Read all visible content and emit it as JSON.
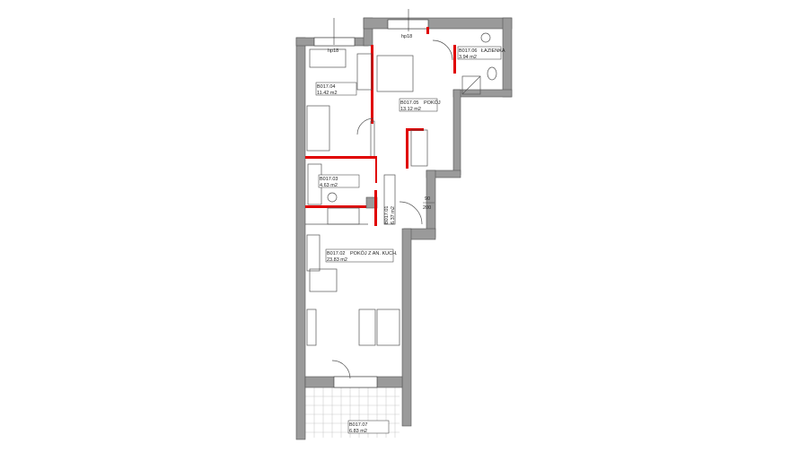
{
  "rooms": [
    {
      "code": "B017.04",
      "name": "",
      "area": "11.42 m2"
    },
    {
      "code": "B017.05",
      "name": "POKÓJ",
      "area": "13.12 m2"
    },
    {
      "code": "B017.06",
      "name": "ŁAZIENKA",
      "area": "3.94 m2"
    },
    {
      "code": "B017.03",
      "name": "",
      "area": "4.63 m2"
    },
    {
      "code": "B017.01",
      "name": "",
      "area": "6.37 m2"
    },
    {
      "code": "B017.02",
      "name": "POKÓJ Z AN. KUCH.",
      "area": "23.83 m2"
    },
    {
      "code": "B017.07",
      "name": "",
      "area": "6.83 m2"
    }
  ],
  "windows": [
    "hp18",
    "hp18"
  ],
  "entry_door": {
    "width": "90",
    "height": "200"
  },
  "colors": {
    "wall": "#9a9a9a",
    "new_wall": "#e00000"
  }
}
